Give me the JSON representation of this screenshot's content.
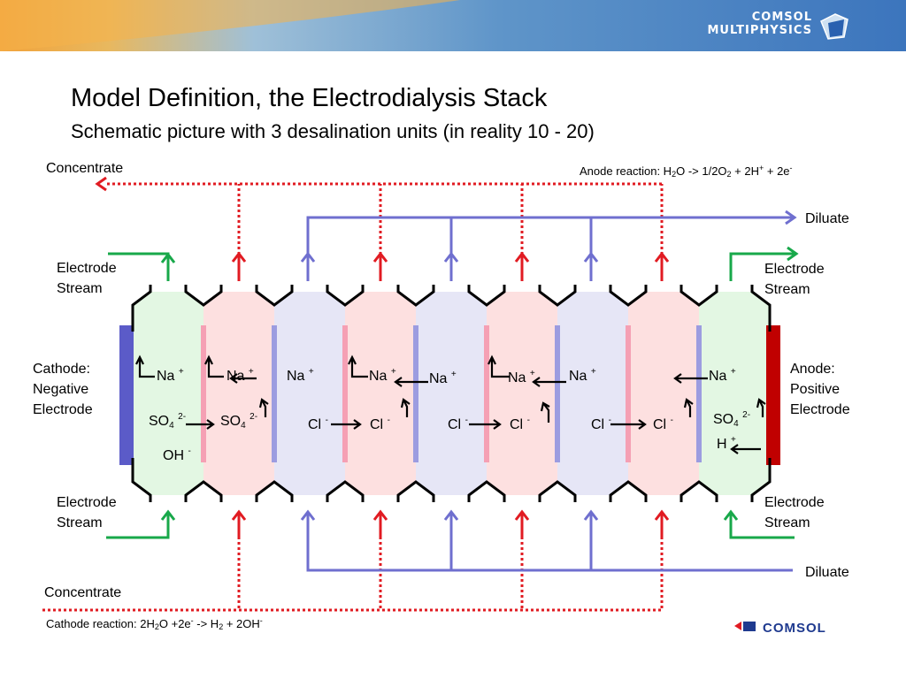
{
  "header": {
    "logo_line1": "COMSOL",
    "logo_line2": "MULTIPHYSICS"
  },
  "slide": {
    "title": "Model Definition, the Electrodialysis Stack",
    "subtitle": "Schematic picture with 3 desalination units (in reality 10 - 20)"
  },
  "labels": {
    "concentrate_top": "Concentrate",
    "concentrate_bottom": "Concentrate",
    "diluate_top": "Diluate",
    "diluate_bottom": "Diluate",
    "electrode_stream_tl_1": "Electrode",
    "electrode_stream_tl_2": "Stream",
    "electrode_stream_tr_1": "Electrode",
    "electrode_stream_tr_2": "Stream",
    "electrode_stream_bl_1": "Electrode",
    "electrode_stream_bl_2": "Stream",
    "electrode_stream_br_1": "Electrode",
    "electrode_stream_br_2": "Stream",
    "cathode_1": "Cathode:",
    "cathode_2": "Negative",
    "cathode_3": "Electrode",
    "anode_1": "Anode:",
    "anode_2": "Positive",
    "anode_3": "Electrode"
  },
  "reactions": {
    "anode_parts": [
      "Anode reaction: H",
      "2",
      "O -> 1/2O",
      "2",
      " + 2H",
      "+",
      " + 2e",
      "-"
    ],
    "cathode_parts": [
      "Cathode reaction: 2H",
      "2",
      "O +2e",
      "-",
      " -> H",
      "2",
      " + 2OH",
      "-"
    ]
  },
  "ions": {
    "na": "Na",
    "cl": "Cl",
    "so4": "SO",
    "so4_sub": "4",
    "so4_charge": "2-",
    "oh": "OH",
    "h": "H",
    "plus": "+",
    "minus": "-"
  },
  "footer": {
    "logo": "COMSOL"
  },
  "colors": {
    "concentrate": "#e11b22",
    "diluate": "#6f6fcf",
    "electrode_stream": "#18a84a",
    "cathode": "#5b5bc8",
    "anode": "#c00000",
    "electrode_fill": "#e3f7e3",
    "concentrate_fill": "#fde0e0",
    "diluate_fill": "#e6e6f6"
  }
}
